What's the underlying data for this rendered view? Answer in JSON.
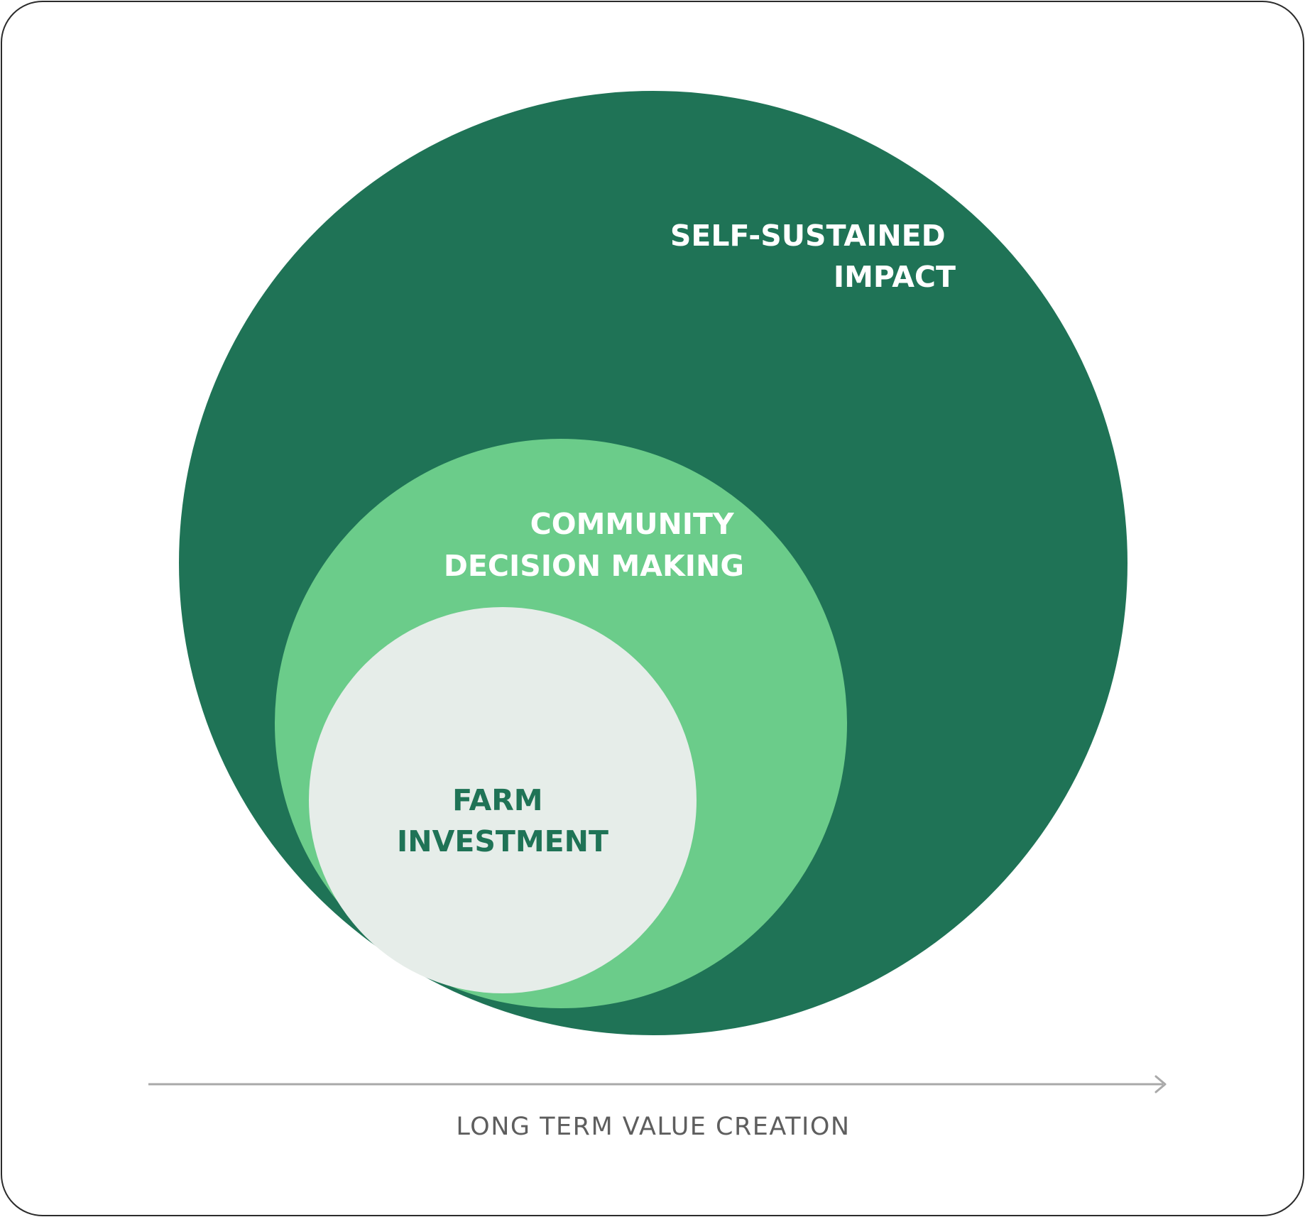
{
  "colors": {
    "outer_circle": "#1f7356",
    "middle_circle": "#6bcc8a",
    "inner_circle": "#e6ede9",
    "outer_text": "#ffffff",
    "middle_text": "#ffffff",
    "inner_text": "#1f7356",
    "axis_line": "#a9a9a9",
    "axis_text": "#5e5e5e",
    "frame_border": "#2b2b2b"
  },
  "circles": {
    "outer": {
      "lines": [
        "SELF-SUSTAINED",
        "IMPACT"
      ]
    },
    "middle": {
      "lines": [
        "COMMUNITY",
        "DECISION MAKING"
      ]
    },
    "inner": {
      "lines": [
        "FARM",
        "INVESTMENT"
      ]
    }
  },
  "axis": {
    "label": "LONG TERM VALUE CREATION",
    "arrow_icon": "arrow-right-icon"
  }
}
